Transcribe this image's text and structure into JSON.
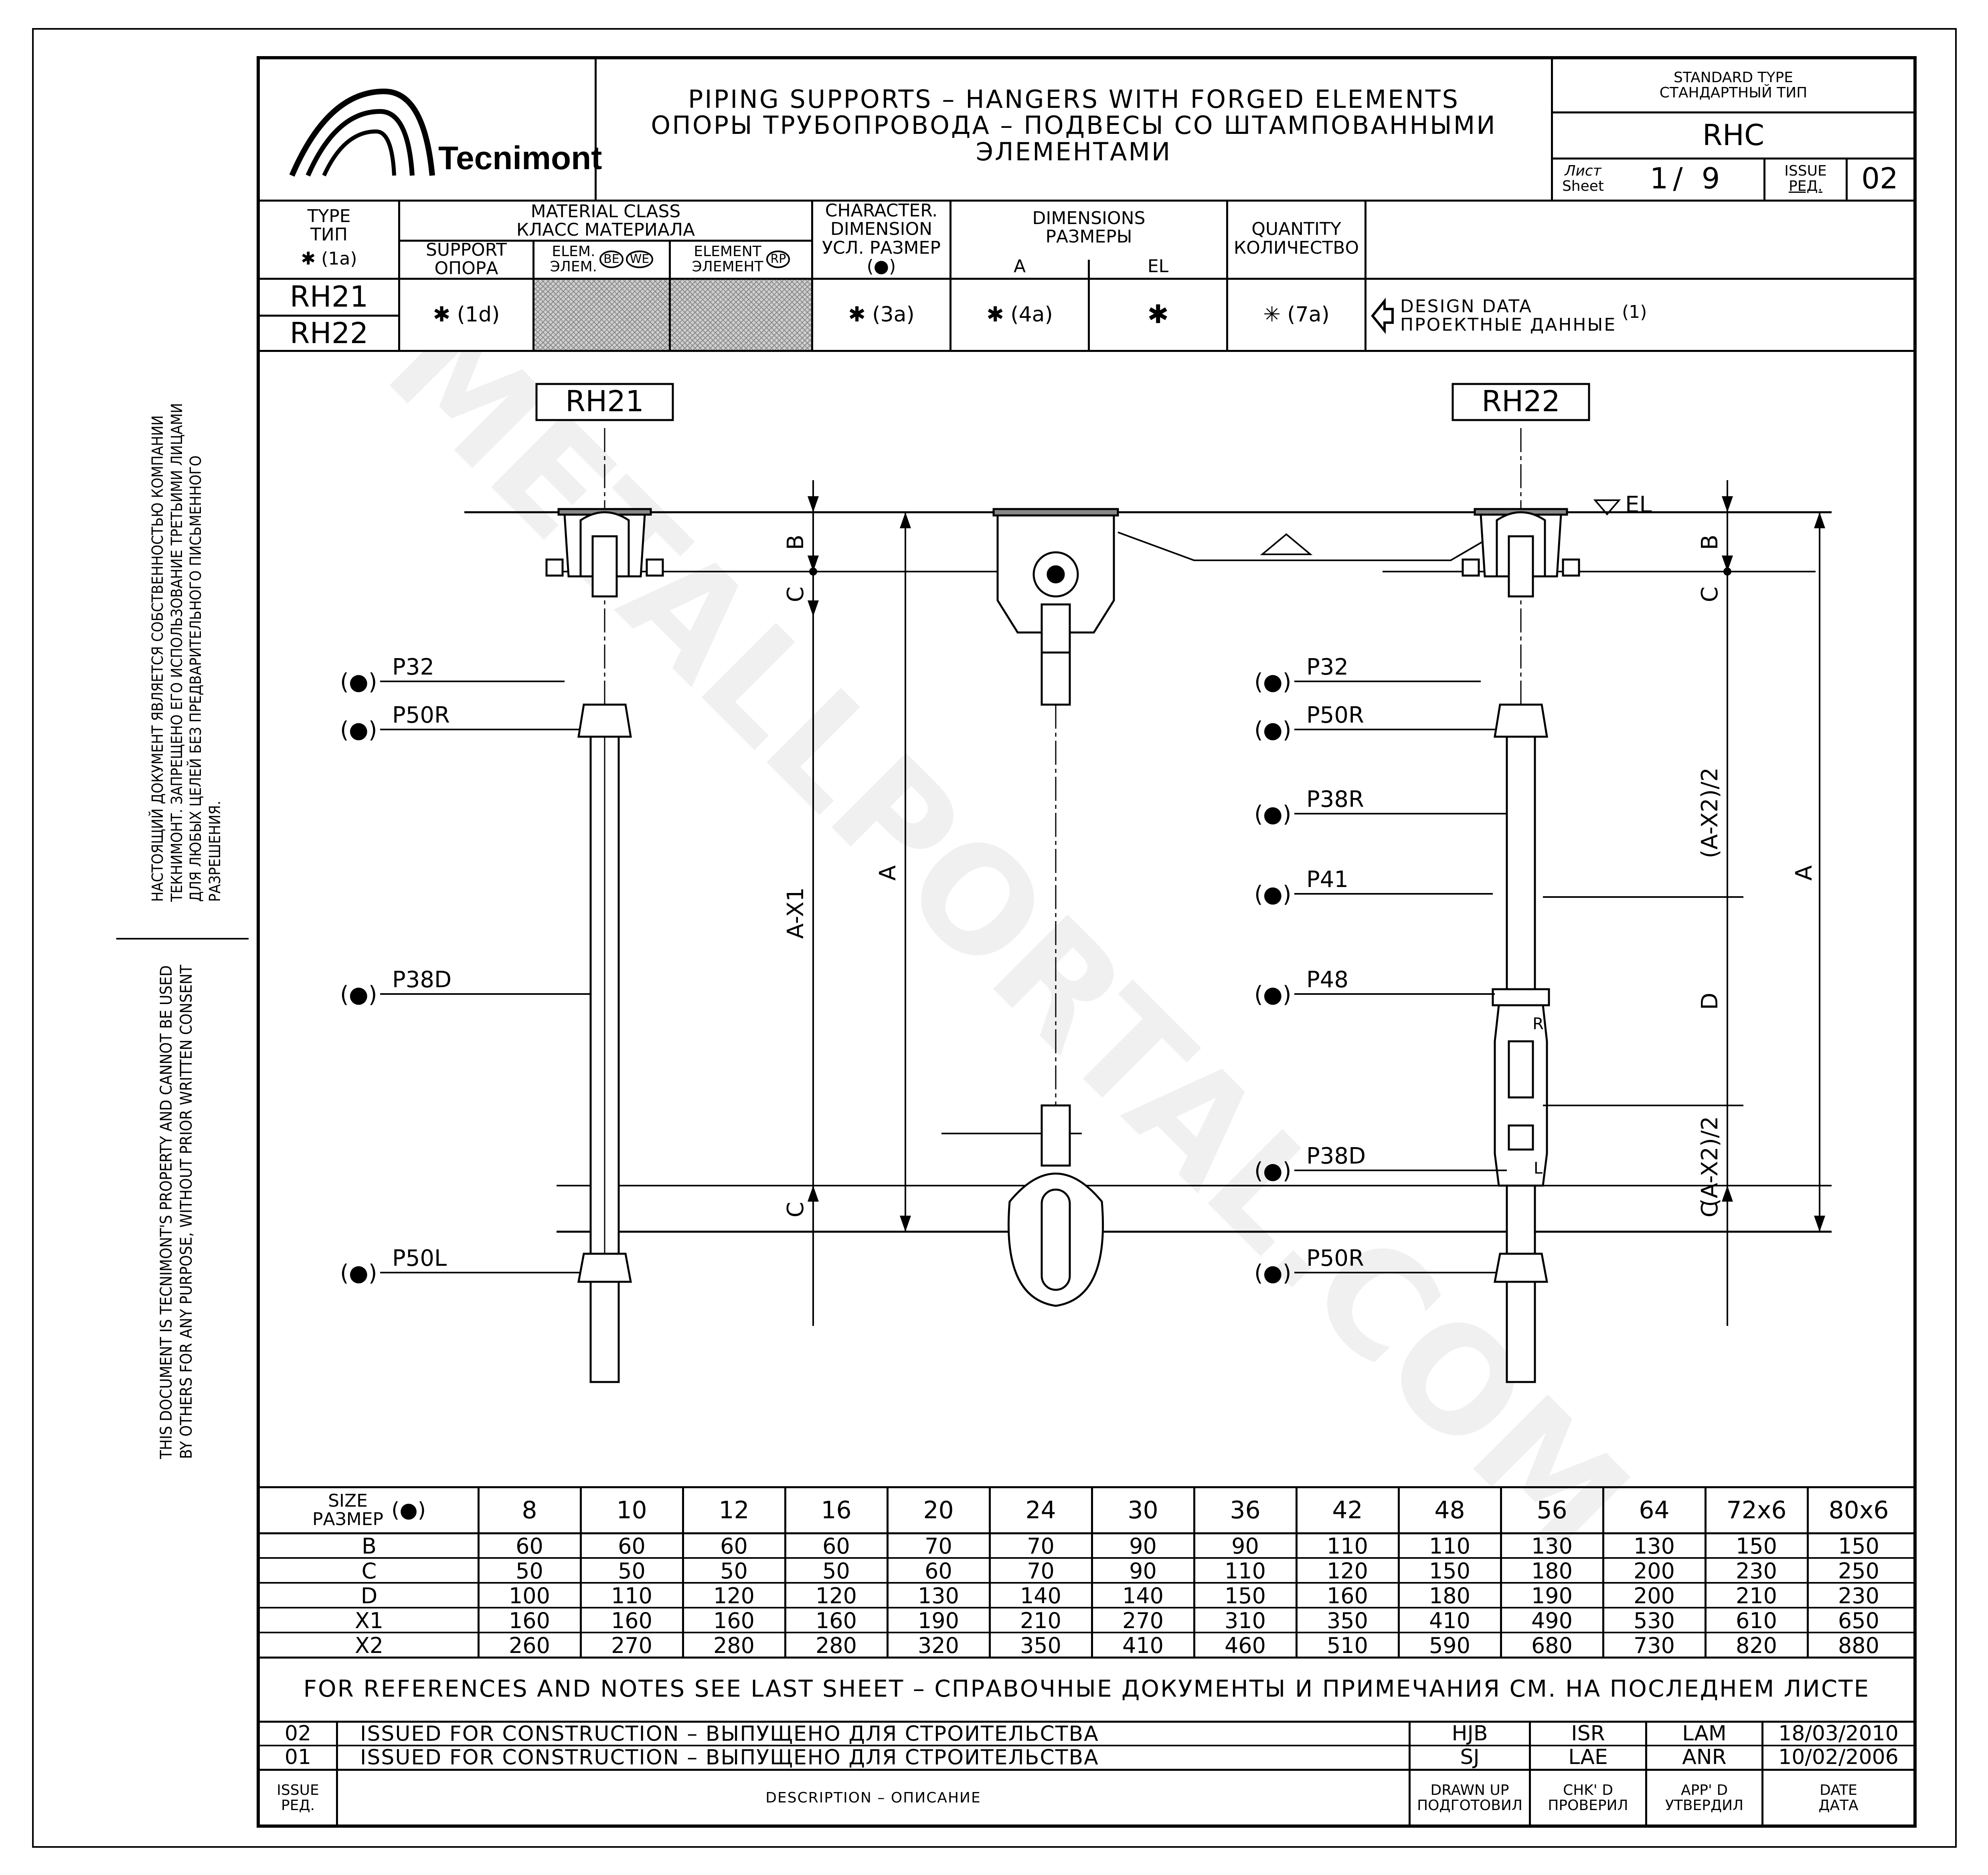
{
  "watermark": "METALLPORTAL.COM",
  "side_notes": {
    "ru": [
      "НАСТОЯЩИЙ ДОКУМЕНТ ЯВЛЯЕТСЯ СОБСТВЕННОСТЬЮ КОМПАНИИ",
      "ТЕКНИМОНТ. ЗАПРЕЩЕНО ЕГО ИСПОЛЬЗОВАНИЕ ТРЕТЬИМИ ЛИЦАМИ",
      "ДЛЯ ЛЮБЫХ ЦЕЛЕЙ БЕЗ ПРЕДВАРИТЕЛЬНОГО ПИСЬМЕННОГО",
      "РАЗРЕШЕНИЯ."
    ],
    "en": [
      "THIS DOCUMENT IS TECNIMONT'S PROPERTY AND CANNOT BE USED",
      "BY OTHERS FOR ANY PURPOSE, WITHOUT PRIOR WRITTEN CONSENT"
    ]
  },
  "title_block": {
    "company": "Tecnimont",
    "title_line1": "PIPING SUPPORTS – HANGERS WITH FORGED ELEMENTS",
    "title_line2": "ОПОРЫ ТРУБОПРОВОДА – ПОДВЕСЫ СО ШТАМПОВАННЫМИ",
    "title_line3": "ЭЛЕМЕНТАМИ",
    "standard_type_en": "STANDARD TYPE",
    "standard_type_ru": "СТАНДАРТНЫЙ ТИП",
    "standard_type_value": "RHC",
    "sheet_label_ru": "Лист",
    "sheet_label_en": "Sheet",
    "sheet_value": "1/ 9",
    "issue_label_en": "ISSUE",
    "issue_label_ru": "РЕД.",
    "issue_value": "02"
  },
  "header_table": {
    "type_en": "TYPE",
    "type_ru": "ТИП",
    "type_note": "✱ (1a)",
    "material_class_en": "MATERIAL CLASS",
    "material_class_ru": "КЛАСС МАТЕРИАЛА",
    "support_en": "SUPPORT",
    "support_ru": "ОПОРА",
    "elem_en": "ELEM.",
    "elem_ru": "ЭЛЕМ.",
    "elem_be": "BE",
    "elem_we": "WE",
    "element_en": "ELEMENT",
    "element_ru": "ЭЛЕМЕНТ",
    "element_rp": "RP",
    "character_en": "CHARACTER.",
    "character_en2": "DIMENSION",
    "character_ru": "УСЛ. РАЗМЕР",
    "character_sym": "(●)",
    "dimensions_en": "DIMENSIONS",
    "dimensions_ru": "РАЗМЕРЫ",
    "dim_a": "A",
    "dim_el": "EL",
    "quantity_en": "QUANTITY",
    "quantity_ru": "КОЛИЧЕСТВО",
    "type_rows": [
      "RH21",
      "RH22"
    ],
    "support_value": "✱ (1d)",
    "character_value": "✱ (3a)",
    "a_value": "✱ (4a)",
    "el_value": "✱",
    "quantity_value": "✳ (7a)",
    "design_data_en": "DESIGN DATA",
    "design_data_ru": "ПРОЕКТНЫЕ ДАННЫЕ",
    "design_data_note": "(1)"
  },
  "drawing": {
    "rh21_label": "RH21",
    "rh22_label": "RH22",
    "bullet": "(●)",
    "rh21_callouts": [
      "P32",
      "P50R",
      "P38D",
      "P50L"
    ],
    "rh22_callouts": [
      "P32",
      "P50R",
      "P38R",
      "P41",
      "P48",
      "P38D",
      "P50R"
    ],
    "dim_labels": {
      "b": "B",
      "c": "C",
      "a_x1": "A-X1",
      "a": "A",
      "d": "D",
      "a_x2_half": "(A-X2)/2",
      "el": "EL",
      "r": "R",
      "l": "L"
    }
  },
  "size_table": {
    "size_en": "SIZE",
    "size_ru": "РАЗМЕР",
    "size_sym": "(●)",
    "sizes": [
      "8",
      "10",
      "12",
      "16",
      "20",
      "24",
      "30",
      "36",
      "42",
      "48",
      "56",
      "64",
      "72x6",
      "80x6"
    ],
    "rows": [
      {
        "name": "B",
        "values": [
          "60",
          "60",
          "60",
          "60",
          "70",
          "70",
          "90",
          "90",
          "110",
          "110",
          "130",
          "130",
          "150",
          "150"
        ]
      },
      {
        "name": "C",
        "values": [
          "50",
          "50",
          "50",
          "50",
          "60",
          "70",
          "90",
          "110",
          "120",
          "150",
          "180",
          "200",
          "230",
          "250"
        ]
      },
      {
        "name": "D",
        "values": [
          "100",
          "110",
          "120",
          "120",
          "130",
          "140",
          "140",
          "150",
          "160",
          "180",
          "190",
          "200",
          "210",
          "230"
        ]
      },
      {
        "name": "X1",
        "values": [
          "160",
          "160",
          "160",
          "160",
          "190",
          "210",
          "270",
          "310",
          "350",
          "410",
          "490",
          "530",
          "610",
          "650"
        ]
      },
      {
        "name": "X2",
        "values": [
          "260",
          "270",
          "280",
          "280",
          "320",
          "350",
          "410",
          "460",
          "510",
          "590",
          "680",
          "730",
          "820",
          "880"
        ]
      }
    ]
  },
  "references_note": "FOR REFERENCES AND NOTES SEE LAST SHEET – СПРАВОЧНЫЕ ДОКУМЕНТЫ И ПРИМЕЧАНИЯ СМ. НА ПОСЛЕДНЕМ ЛИСТЕ",
  "revisions": [
    {
      "issue": "02",
      "description": "ISSUED FOR CONSTRUCTION – ВЫПУЩЕНО ДЛЯ СТРОИТЕЛЬСТВА",
      "drawn": "HJB",
      "checked": "ISR",
      "approved": "LAM",
      "date": "18/03/2010"
    },
    {
      "issue": "01",
      "description": "ISSUED FOR CONSTRUCTION – ВЫПУЩЕНО ДЛЯ СТРОИТЕЛЬСТВА",
      "drawn": "SJ",
      "checked": "LAE",
      "approved": "ANR",
      "date": "10/02/2006"
    }
  ],
  "revision_header": {
    "issue_en": "ISSUE",
    "issue_ru": "РЕД.",
    "description": "DESCRIPTION – ОПИСАНИЕ",
    "drawn_en": "DRAWN UP",
    "drawn_ru": "ПОДГОТОВИЛ",
    "checked_en": "CHK' D",
    "checked_ru": "ПРОВЕРИЛ",
    "approved_en": "APP' D",
    "approved_ru": "УТВЕРДИЛ",
    "date_en": "DATE",
    "date_ru": "ДАТА"
  }
}
